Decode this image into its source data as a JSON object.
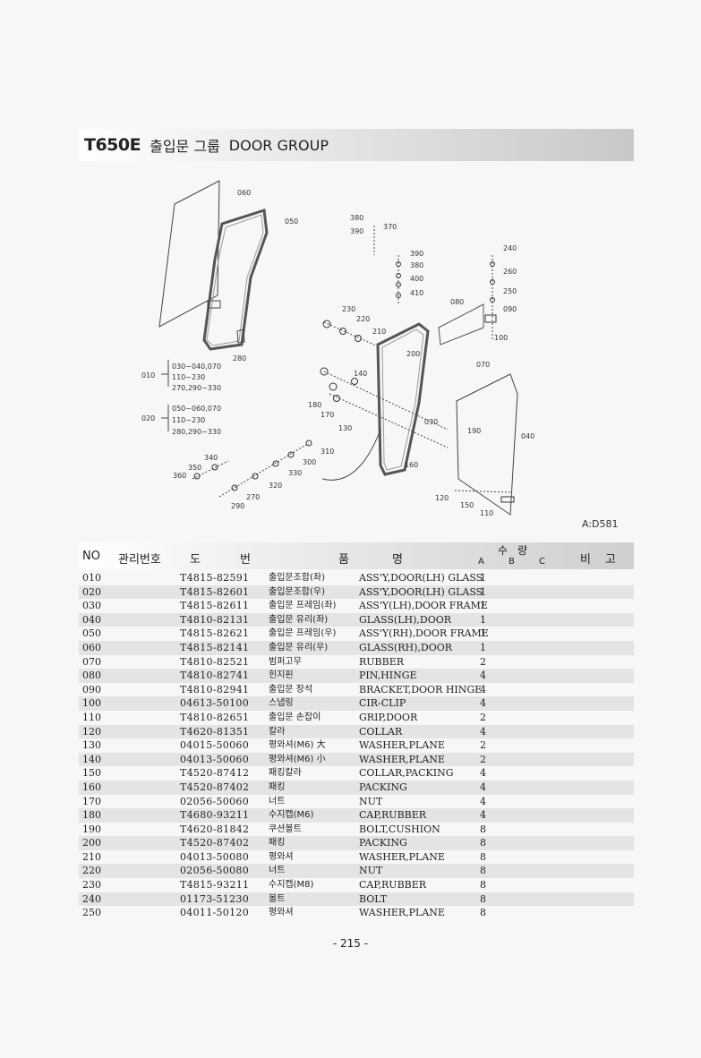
{
  "title": {
    "model": "T650E",
    "korean": "출입문 그룹",
    "english": "DOOR GROUP"
  },
  "diagram": {
    "callouts": [
      "060",
      "050",
      "380",
      "390",
      "370",
      "390",
      "380",
      "400",
      "410",
      "240",
      "260",
      "250",
      "090",
      "100",
      "080",
      "230",
      "220",
      "210",
      "200",
      "070",
      "140",
      "280",
      "180",
      "170",
      "130",
      "030",
      "190",
      "040",
      "160",
      "310",
      "300",
      "330",
      "320",
      "270",
      "290",
      "340",
      "350",
      "360",
      "120",
      "150",
      "110"
    ],
    "groups": [
      {
        "id": "010",
        "lines": [
          "030~040,070",
          "110~230",
          "270,290~330"
        ]
      },
      {
        "id": "020",
        "lines": [
          "050~060,070",
          "110~230",
          "280,290~330"
        ]
      }
    ],
    "ref_code": "A:D581"
  },
  "table": {
    "headers": {
      "no": "NO",
      "mgmt": "관리번호",
      "do": "도",
      "beon": "번",
      "pum": "품",
      "myeong": "명",
      "su": "수",
      "ryang": "량",
      "a": "A",
      "b": "B",
      "c": "C",
      "bi": "비",
      "go": "고"
    },
    "rows": [
      {
        "no": "010",
        "part": "T4815-82591",
        "ko": "출입문조합(좌)",
        "en": "ASS'Y,DOOR(LH) GLASS",
        "qty": "1"
      },
      {
        "no": "020",
        "part": "T4815-82601",
        "ko": "출입문조합(우)",
        "en": "ASS'Y,DOOR(LH) GLASS",
        "qty": "1"
      },
      {
        "no": "030",
        "part": "T4815-82611",
        "ko": "출입문 프레임(좌)",
        "en": "ASS'Y(LH),DOOR FRAME",
        "qty": "1"
      },
      {
        "no": "040",
        "part": "T4810-82131",
        "ko": "출입문 유리(좌)",
        "en": "GLASS(LH),DOOR",
        "qty": "1"
      },
      {
        "no": "050",
        "part": "T4815-82621",
        "ko": "출입문 프레임(우)",
        "en": "ASS'Y(RH),DOOR FRAME",
        "qty": "1"
      },
      {
        "no": "060",
        "part": "T4815-82141",
        "ko": "출입문 유리(우)",
        "en": "GLASS(RH),DOOR",
        "qty": "1"
      },
      {
        "no": "070",
        "part": "T4810-82521",
        "ko": "범퍼고무",
        "en": "RUBBER",
        "qty": "2"
      },
      {
        "no": "080",
        "part": "T4810-82741",
        "ko": "힌지핀",
        "en": "PIN,HINGE",
        "qty": "4"
      },
      {
        "no": "090",
        "part": "T4810-82941",
        "ko": "출입문 장석",
        "en": "BRACKET,DOOR HINGE",
        "qty": "4"
      },
      {
        "no": "100",
        "part": "04613-50100",
        "ko": "스냅링",
        "en": "CIR-CLIP",
        "qty": "4"
      },
      {
        "no": "110",
        "part": "T4810-82651",
        "ko": "출입문 손잡이",
        "en": "GRIP,DOOR",
        "qty": "2"
      },
      {
        "no": "120",
        "part": "T4620-81351",
        "ko": "칼라",
        "en": "COLLAR",
        "qty": "4"
      },
      {
        "no": "130",
        "part": "04015-50060",
        "ko": "평와셔(M6) 大",
        "en": "WASHER,PLANE",
        "qty": "2"
      },
      {
        "no": "140",
        "part": "04013-50060",
        "ko": "평와셔(M6) 小",
        "en": "WASHER,PLANE",
        "qty": "2"
      },
      {
        "no": "150",
        "part": "T4520-87412",
        "ko": "패킹칼라",
        "en": "COLLAR,PACKING",
        "qty": "4"
      },
      {
        "no": "160",
        "part": "T4520-87402",
        "ko": "패킹",
        "en": "PACKING",
        "qty": "4"
      },
      {
        "no": "170",
        "part": "02056-50060",
        "ko": "너트",
        "en": "NUT",
        "qty": "4"
      },
      {
        "no": "180",
        "part": "T4680-93211",
        "ko": "수지캡(M6)",
        "en": "CAP,RUBBER",
        "qty": "4"
      },
      {
        "no": "190",
        "part": "T4620-81842",
        "ko": "쿠션볼트",
        "en": "BOLT,CUSHION",
        "qty": "8"
      },
      {
        "no": "200",
        "part": "T4520-87402",
        "ko": "패킹",
        "en": "PACKING",
        "qty": "8"
      },
      {
        "no": "210",
        "part": "04013-50080",
        "ko": "평와셔",
        "en": "WASHER,PLANE",
        "qty": "8"
      },
      {
        "no": "220",
        "part": "02056-50080",
        "ko": "너트",
        "en": "NUT",
        "qty": "8"
      },
      {
        "no": "230",
        "part": "T4815-93211",
        "ko": "수지캡(M8)",
        "en": "CAP,RUBBER",
        "qty": "8"
      },
      {
        "no": "240",
        "part": "01173-51230",
        "ko": "볼트",
        "en": "BOLT",
        "qty": "8"
      },
      {
        "no": "250",
        "part": "04011-50120",
        "ko": "평와셔",
        "en": "WASHER,PLANE",
        "qty": "8"
      }
    ]
  },
  "page_number": "- 215 -"
}
